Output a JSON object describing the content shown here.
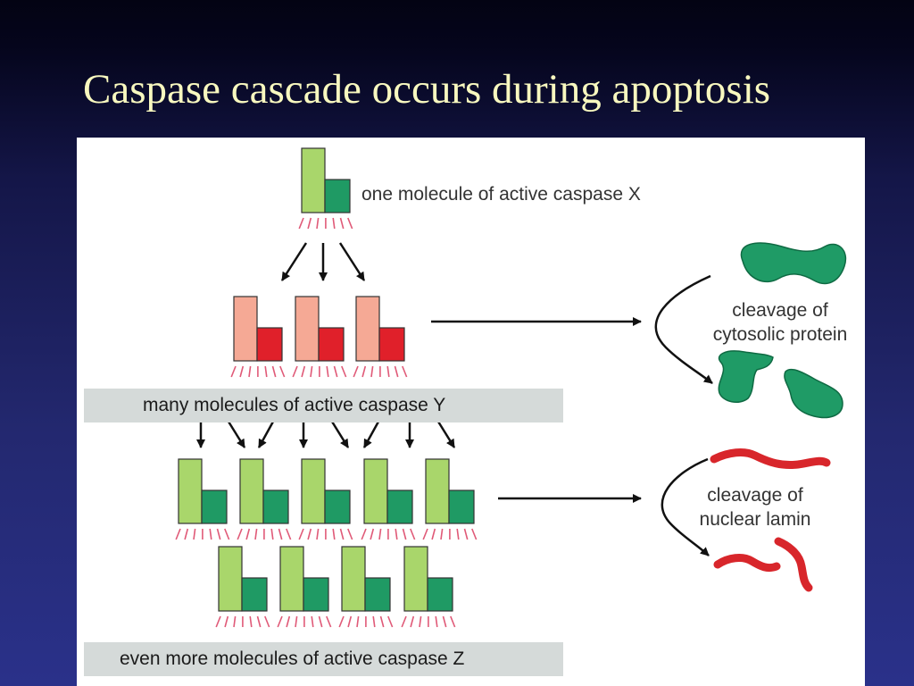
{
  "slide": {
    "title": "Caspase cascade occurs during apoptosis"
  },
  "diagram": {
    "label_x": "one molecule of active caspase X",
    "label_y": "many molecules of active caspase Y",
    "label_z": "even more molecules of active caspase Z",
    "cytosolic_line1": "cleavage of",
    "cytosolic_line2": "cytosolic protein",
    "lamin_line1": "cleavage of",
    "lamin_line2": "nuclear lamin"
  },
  "colors": {
    "caspase_x_light": "#a9d66b",
    "caspase_x_dark": "#1f9a64",
    "caspase_y_light": "#f5a995",
    "caspase_y_dark": "#e0202a",
    "caspase_z_light": "#a9d66b",
    "caspase_z_dark": "#1f9a64",
    "protein": "#1f9b66",
    "lamin": "#d8262b",
    "rays": "#e05a78"
  }
}
